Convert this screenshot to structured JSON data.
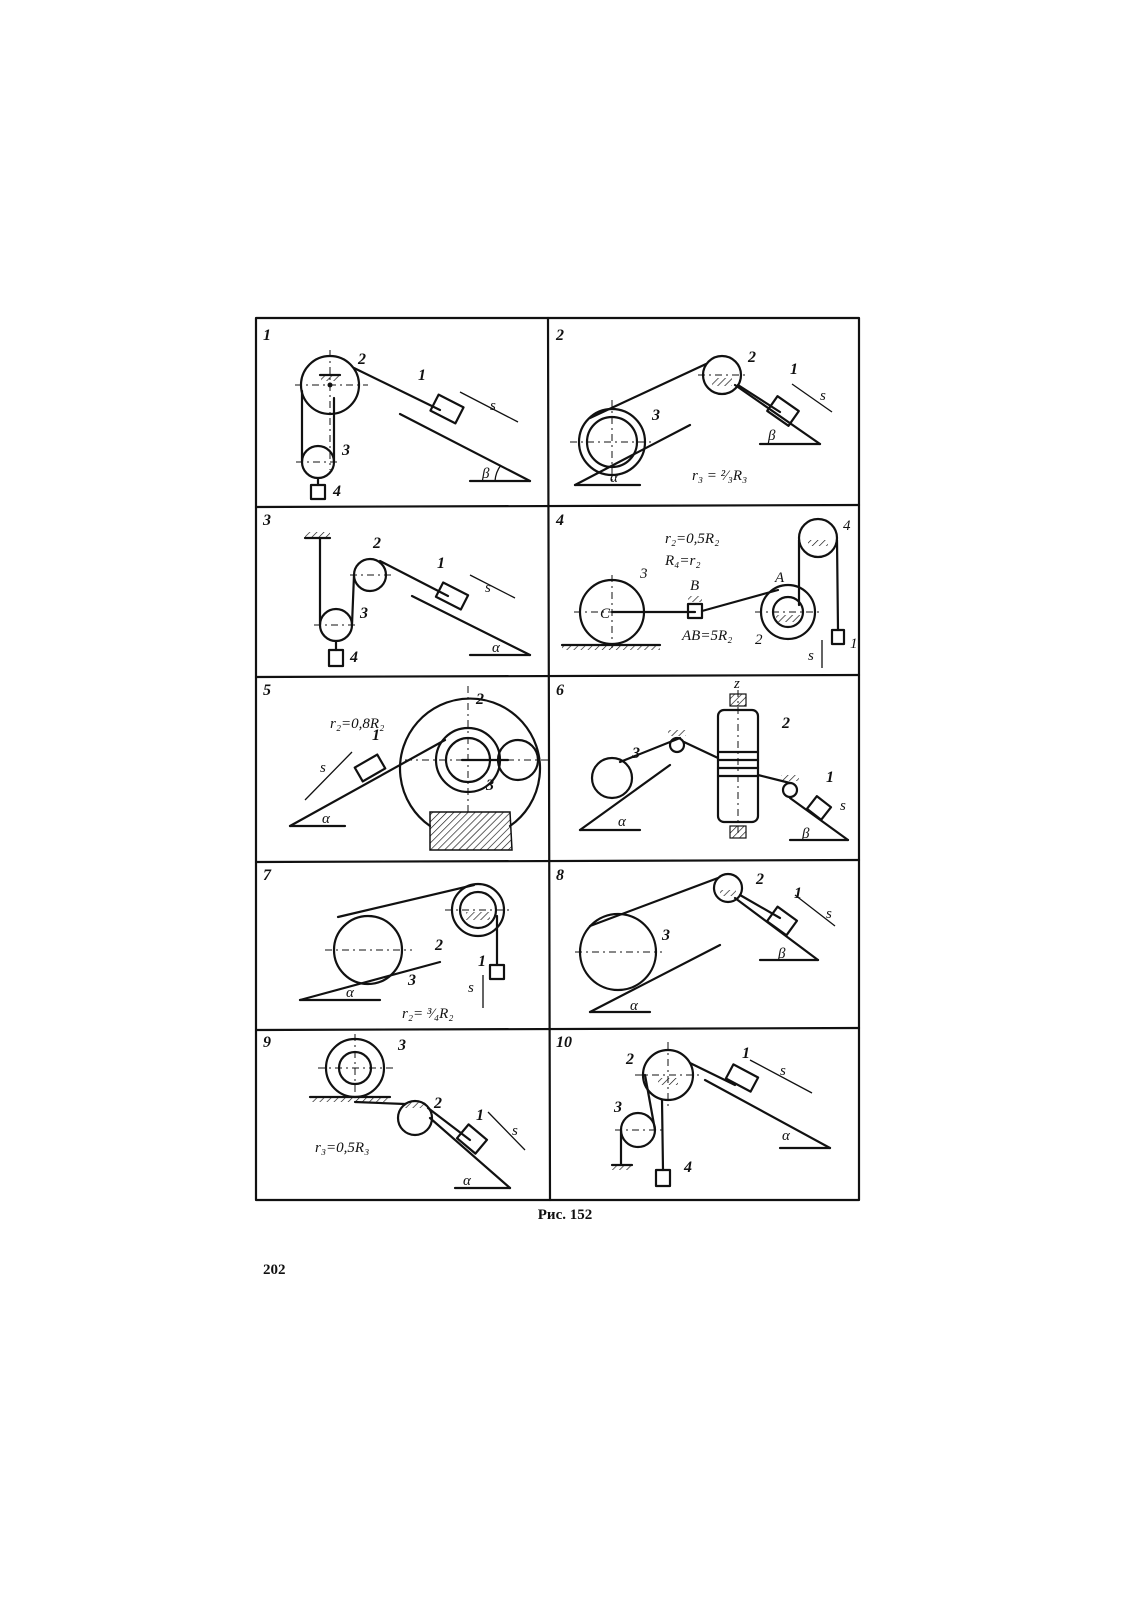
{
  "panels": [
    {
      "number": "1",
      "labels": [
        "1",
        "2",
        "3",
        "4",
        "s",
        "β"
      ]
    },
    {
      "number": "2",
      "labels": [
        "1",
        "2",
        "3",
        "s",
        "β",
        "α"
      ],
      "formula": "r₃ = ²⁄₃R₃"
    },
    {
      "number": "3",
      "labels": [
        "1",
        "2",
        "3",
        "4",
        "s",
        "α"
      ]
    },
    {
      "number": "4",
      "labels": [
        "1",
        "2",
        "3",
        "4",
        "A",
        "B",
        "C",
        "s"
      ],
      "formula_1": "r₂=0,5R₂",
      "formula_2": "R₄=r₂",
      "formula_3": "AB=5R₂"
    },
    {
      "number": "5",
      "labels": [
        "1",
        "2",
        "3",
        "s",
        "α"
      ],
      "formula": "r₂=0,8R₂"
    },
    {
      "number": "6",
      "labels": [
        "1",
        "2",
        "3",
        "z",
        "s",
        "α",
        "β"
      ]
    },
    {
      "number": "7",
      "labels": [
        "1",
        "2",
        "3",
        "s",
        "α"
      ],
      "formula": "r₂= ³⁄₄R₂"
    },
    {
      "number": "8",
      "labels": [
        "1",
        "2",
        "3",
        "s",
        "β",
        "α"
      ]
    },
    {
      "number": "9",
      "labels": [
        "1",
        "2",
        "3",
        "s",
        "α"
      ],
      "formula": "r₃=0,5R₃"
    },
    {
      "number": "10",
      "labels": [
        "1",
        "2",
        "3",
        "4",
        "s",
        "α"
      ]
    }
  ],
  "caption": "Рис. 152",
  "page_number": "202"
}
